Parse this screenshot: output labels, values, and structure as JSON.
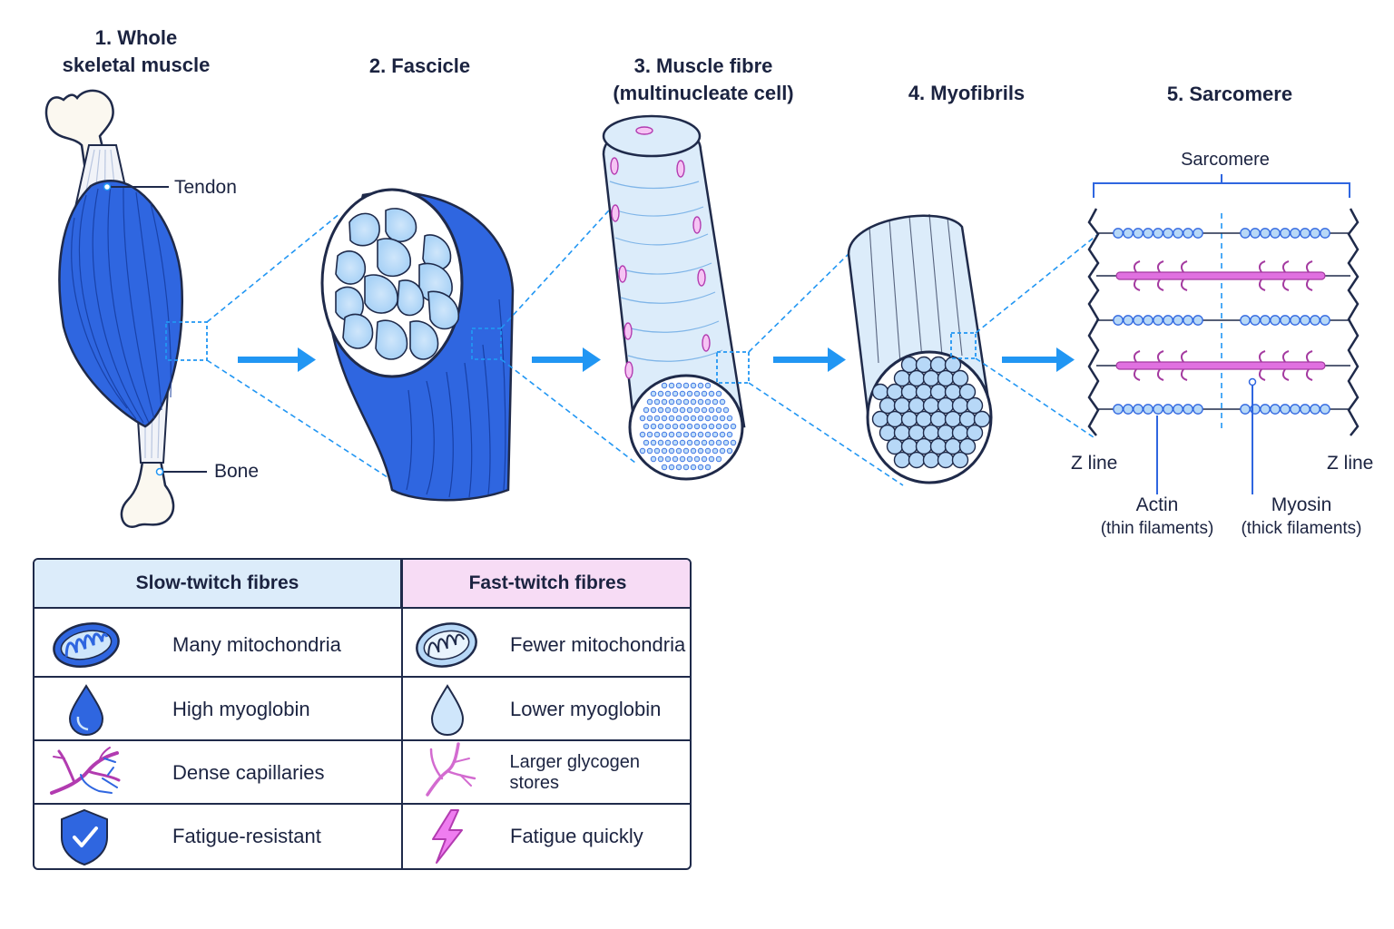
{
  "stages": [
    {
      "title_line1": "1. Whole",
      "title_line2": "skeletal muscle"
    },
    {
      "title_line1": "2. Fascicle"
    },
    {
      "title_line1": "3. Muscle fibre",
      "title_line2": "(multinucleate cell)"
    },
    {
      "title_line1": "4. Myofibrils"
    },
    {
      "title_line1": "5. Sarcomere"
    }
  ],
  "whole_muscle": {
    "tendon_label": "Tendon",
    "bone_label": "Bone"
  },
  "sarcomere": {
    "bracket_label": "Sarcomere",
    "z_line_left": "Z line",
    "z_line_right": "Z line",
    "actin_label": "Actin",
    "actin_sub": "(thin filaments)",
    "myosin_label": "Myosin",
    "myosin_sub": "(thick filaments)"
  },
  "table": {
    "slow_header": "Slow-twitch fibres",
    "fast_header": "Fast-twitch fibres",
    "rows": [
      {
        "slow_icon": "mitochondrion-icon",
        "slow_text": "Many mitochondria",
        "fast_icon": "mitochondrion-icon",
        "fast_text": "Fewer mitochondria"
      },
      {
        "slow_icon": "droplet-icon",
        "slow_text": "High myoglobin",
        "fast_icon": "droplet-icon",
        "fast_text": "Lower myoglobin"
      },
      {
        "slow_icon": "capillaries-icon",
        "slow_text": "Dense capillaries",
        "fast_icon": "capillaries-icon",
        "fast_text": "Larger glycogen stores"
      },
      {
        "slow_icon": "shield-check-icon",
        "slow_text": "Fatigue-resistant",
        "fast_icon": "lightning-icon",
        "fast_text": "Fatigue quickly"
      }
    ]
  },
  "colors": {
    "muscle_blue": "#2f66e0",
    "accent_blue": "#2196f3",
    "outline_navy": "#1f2a4a",
    "pale_blue": "#dcecfa",
    "pink": "#e070e0",
    "pale_pink": "#f7dcf5"
  }
}
